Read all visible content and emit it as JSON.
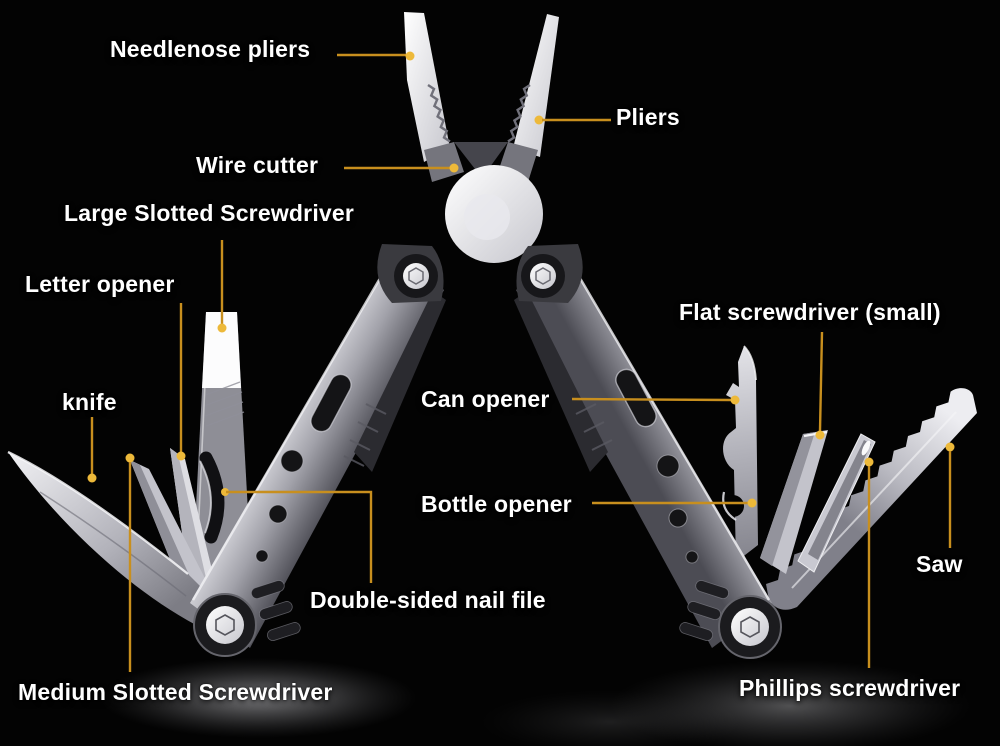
{
  "image_type": "annotated multi-tool parts diagram on black background",
  "colors": {
    "background": "#030303",
    "label_text": "#ffffff",
    "leader_line": "#c88f1e",
    "leader_dot": "#edb93a",
    "metal_bright": "#f4f4f6",
    "metal_mid": "#a6a6ae",
    "metal_dark": "#3c3c42"
  },
  "labels": [
    {
      "id": "needlenose-pliers",
      "text": "Needlenose pliers"
    },
    {
      "id": "pliers",
      "text": "Pliers"
    },
    {
      "id": "wire-cutter",
      "text": "Wire cutter"
    },
    {
      "id": "large-slotted-screwdriver",
      "text": "Large Slotted Screwdriver"
    },
    {
      "id": "letter-opener",
      "text": "Letter opener"
    },
    {
      "id": "knife",
      "text": "knife"
    },
    {
      "id": "flat-screwdriver-small",
      "text": "Flat screwdriver (small)"
    },
    {
      "id": "can-opener",
      "text": "Can opener"
    },
    {
      "id": "bottle-opener",
      "text": "Bottle opener"
    },
    {
      "id": "saw",
      "text": "Saw"
    },
    {
      "id": "double-sided-nail-file",
      "text": "Double-sided nail file"
    },
    {
      "id": "medium-slotted-screwdriver",
      "text": "Medium Slotted Screwdriver"
    },
    {
      "id": "phillips-screwdriver",
      "text": "Phillips screwdriver"
    }
  ]
}
